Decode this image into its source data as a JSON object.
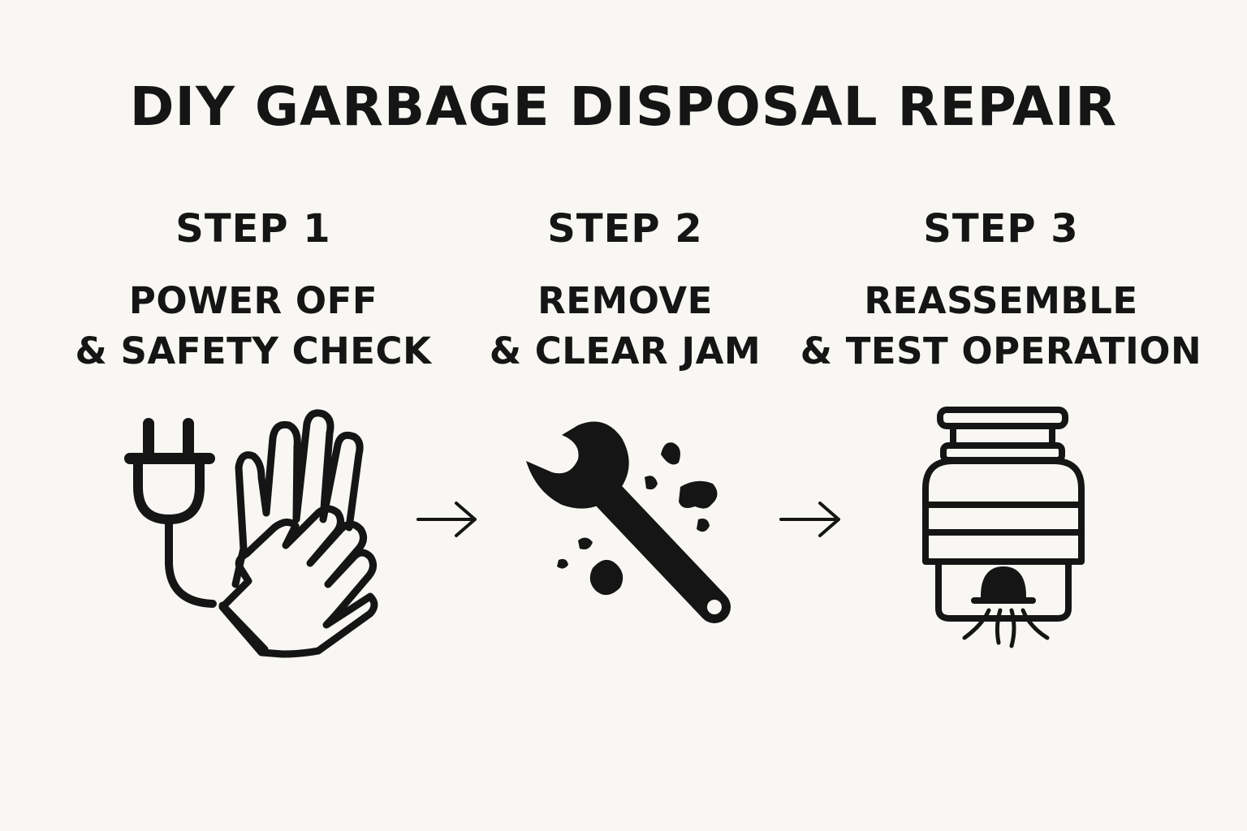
{
  "title": "DIY GARBAGE DISPOSAL REPAIR",
  "steps": [
    {
      "label": "STEP 1",
      "line1": "POWER OFF",
      "line2": "& SAFETY CHECK",
      "icon": "plug-and-gloves-icon"
    },
    {
      "label": "STEP 2",
      "line1": "REMOVE",
      "line2": "& CLEAR JAM",
      "icon": "wrench-with-debris-icon"
    },
    {
      "label": "STEP 3",
      "line1": "REASSEMBLE",
      "line2": "& TEST OPERATION",
      "icon": "garbage-disposal-unit-icon"
    }
  ],
  "colors": {
    "background": "#f8f7f3",
    "ink": "#151515"
  }
}
